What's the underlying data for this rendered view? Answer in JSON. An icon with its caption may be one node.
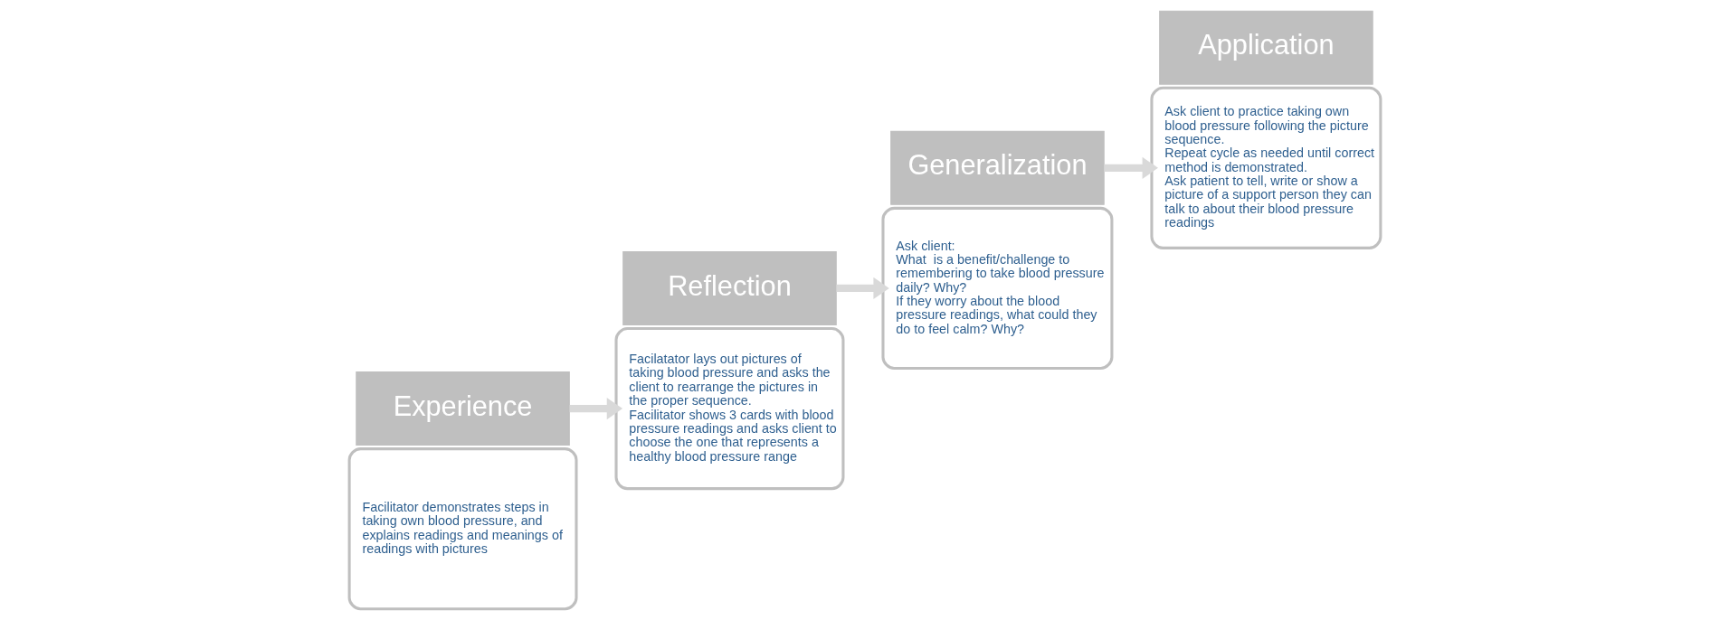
{
  "diagram": {
    "nodes": [
      {
        "text": [
          "Facilitator demonstrates steps in taking own blood pressure, and explains readings and meanings of readings with pictures"
        ]
      },
      {
        "text": [
          "Experience"
        ]
      },
      {
        "text": [
          "Facilatator lays out pictures of taking blood pressure and asks the client to rearrange the pictures in the proper sequence.",
          "Facilitator shows 3 cards with blood pressure readings and asks client to choose the one that represents a healthy blood pressure range"
        ]
      },
      {
        "text": [
          "Reflection"
        ]
      },
      {
        "text": [
          "Ask client:",
          "What  is a benefit/challenge to remembering to take blood pressure daily? Why?",
          "If they worry about the blood pressure readings, what could they do to feel calm? Why?"
        ]
      },
      {
        "text": [
          "Generalization"
        ]
      },
      {
        "text": [
          "Ask client to practice taking own blood pressure following the picture sequence.",
          "Repeat cycle as needed until correct method is demonstrated.",
          "Ask patient to tell, write or show a picture of a support person they can talk to about their blood pressure readings"
        ]
      },
      {
        "text": [
          "Application"
        ]
      }
    ],
    "edges": [
      {
        "from": 1,
        "to": 2,
        "arrow": "to"
      },
      {
        "from": 3,
        "to": 4,
        "arrow": "to"
      },
      {
        "from": 5,
        "to": 6,
        "arrow": "to"
      }
    ]
  }
}
